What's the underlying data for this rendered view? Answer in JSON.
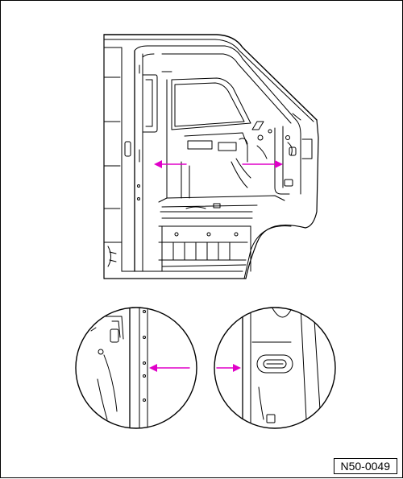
{
  "figure": {
    "label": "N50-0049"
  },
  "colors": {
    "line": "#000000",
    "arrow": "#e000c8",
    "background": "#ffffff"
  },
  "callouts": [
    {
      "name": "left-pillar-arrow",
      "direction": "left"
    },
    {
      "name": "right-pillar-arrow",
      "direction": "right"
    },
    {
      "name": "detail-left-arrow",
      "direction": "left"
    },
    {
      "name": "detail-right-arrow",
      "direction": "right"
    }
  ]
}
